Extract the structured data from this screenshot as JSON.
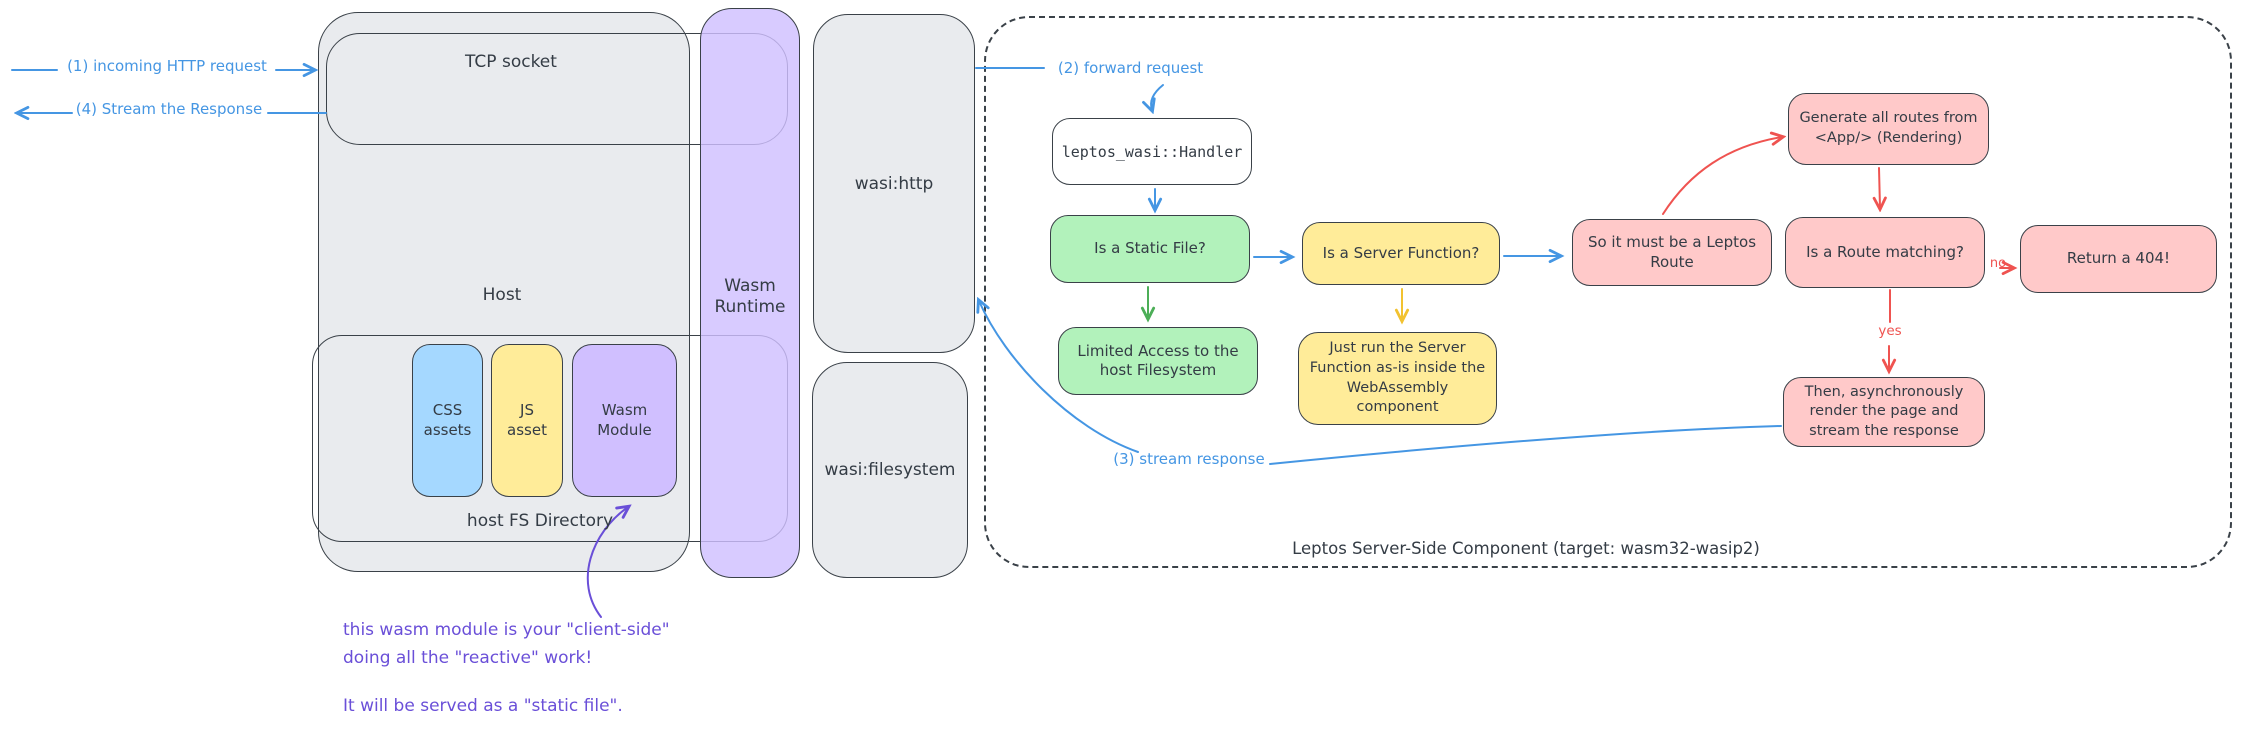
{
  "colors": {
    "stroke": "#3a4148",
    "grey_fill": "#e9ebee",
    "purple_fill": "#d0bfff",
    "blue_fill": "#a5d8ff",
    "yellow_fill": "#ffec99",
    "green_fill": "#b2f2bb",
    "pink_fill": "#ffc9c9",
    "arrow_blue": "#4596e3",
    "arrow_red": "#ef5350",
    "arrow_green": "#4cae57",
    "arrow_yellow": "#f2c230",
    "note_purple": "#6a4fd8",
    "text_dark": "#343c45"
  },
  "annotations": {
    "step1": "(1) incoming HTTP request",
    "step2": "(2) forward request",
    "step3": "(3) stream response",
    "step4": "(4) Stream the Response",
    "yes": "yes",
    "no": "no",
    "note_line1": "this wasm module is your \"client-side\"",
    "note_line2": "doing all the \"reactive\" work!",
    "note_line3": "It will be served as a \"static file\"."
  },
  "host": {
    "label": "Host",
    "tcp_socket": "TCP socket",
    "fs_directory": "host FS Directory",
    "css_assets": "CSS assets",
    "js_asset": "JS asset",
    "wasm_module": "Wasm Module"
  },
  "runtime": {
    "label": "Wasm Runtime"
  },
  "wasi": {
    "http": "wasi:http",
    "filesystem": "wasi:filesystem"
  },
  "leptos": {
    "caption": "Leptos Server-Side Component (target: wasm32-wasip2)",
    "handler": "leptos_wasi::Handler",
    "is_static_file": "Is a Static File?",
    "limited_access": "Limited Access to the host Filesystem",
    "is_server_function": "Is a Server Function?",
    "run_server_function": "Just run the Server Function as-is inside the WebAssembly component",
    "leptos_route": "So it must be a Leptos Route",
    "generate_routes": "Generate all routes from <App/> (Rendering)",
    "route_matching": "Is a Route matching?",
    "return_404": "Return a 404!",
    "render_stream": "Then, asynchronously render the page and stream the response"
  }
}
